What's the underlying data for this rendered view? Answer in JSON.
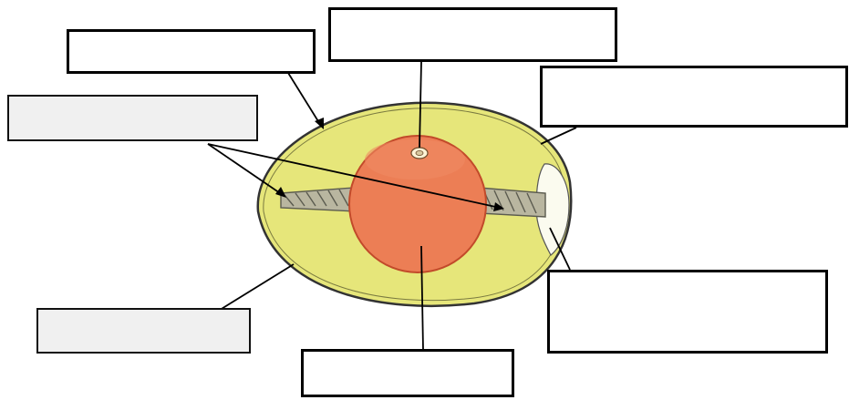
{
  "diagram": {
    "kind": "egg-structure-labeling",
    "colors": {
      "albumen": "#e6e67a",
      "yolk": "#ec7e55",
      "yolk_outline": "#c24a2a",
      "shell_outline": "#333333",
      "air_cell": "#fbfbef",
      "chalaza": "#8a8a7a",
      "leader_line": "#000000",
      "box_white": "#ffffff",
      "box_gray": "#f0f0f0"
    },
    "labels": [
      {
        "id": "shell",
        "text": "",
        "style": "white"
      },
      {
        "id": "germinal-disc",
        "text": "",
        "style": "white"
      },
      {
        "id": "shell-membrane",
        "text": "",
        "style": "white"
      },
      {
        "id": "chalazae",
        "text": "",
        "style": "gray"
      },
      {
        "id": "albumen",
        "text": "",
        "style": "gray"
      },
      {
        "id": "yolk",
        "text": "",
        "style": "white"
      },
      {
        "id": "air-cell",
        "text": "",
        "style": "white"
      }
    ]
  }
}
